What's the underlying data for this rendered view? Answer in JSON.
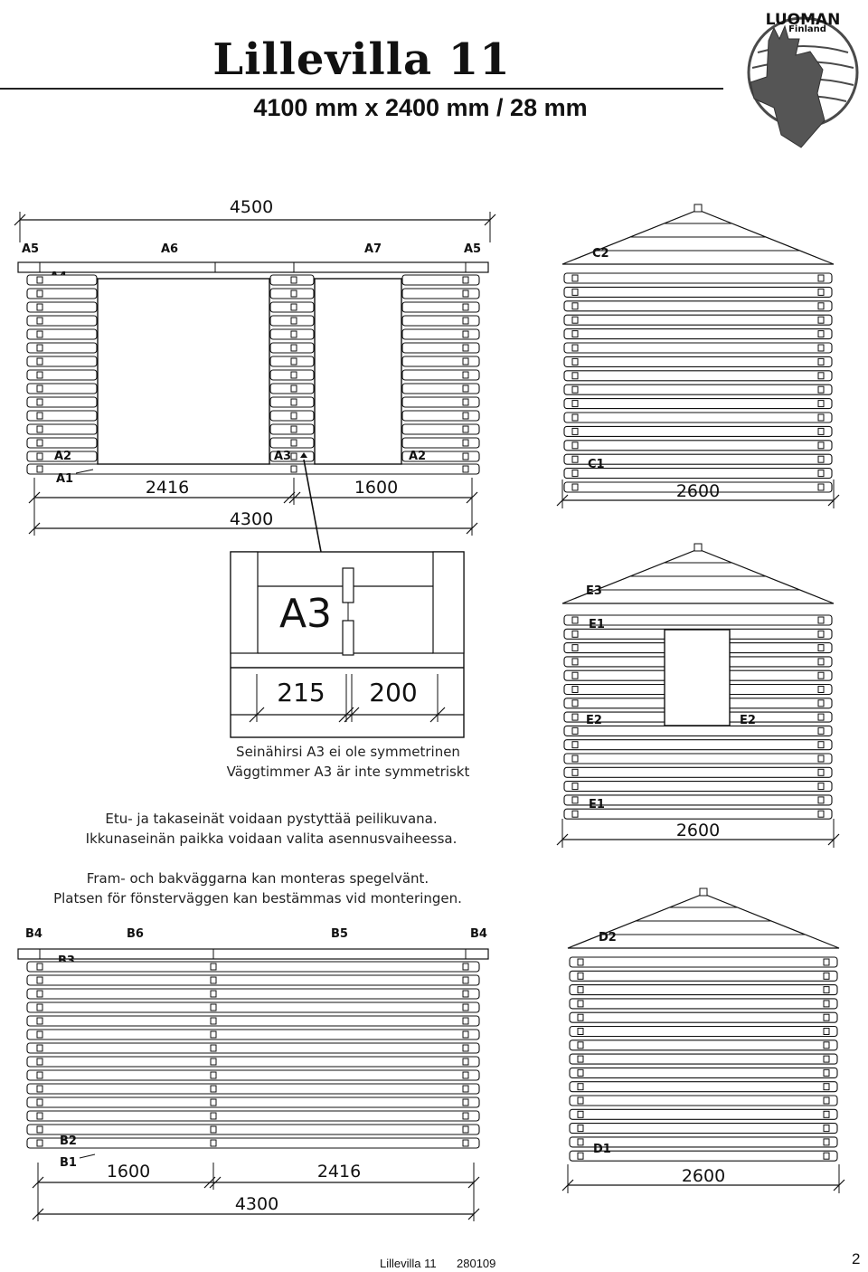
{
  "header": {
    "title": "Lillevilla 11",
    "subtitle": "4100 mm x 2400 mm / 28 mm",
    "logo_text": "LUOMAN",
    "logo_subtext": "Finland"
  },
  "front_wall": {
    "top_dimension": "4500",
    "labels": {
      "a5_left": "A5",
      "a6": "A6",
      "a7": "A7",
      "a5_right": "A5",
      "a4": "A4",
      "a2_left": "A2",
      "a3": "A3",
      "a2_right": "A2",
      "a1": "A1"
    },
    "dim_left": "2416",
    "dim_right": "1600",
    "dim_total": "4300"
  },
  "gable_c": {
    "top_label": "C2",
    "bottom_label": "C1",
    "dimension": "2600"
  },
  "detail_a3": {
    "label": "A3",
    "dim_left": "215",
    "dim_right": "200",
    "note_fi": "Seinähirsi A3 ei ole symmetrinen",
    "note_sv": "Väggtimmer A3 är inte symmetriskt"
  },
  "gable_e": {
    "e3": "E3",
    "e1_top": "E1",
    "e2_left": "E2",
    "e2_right": "E2",
    "e1_bottom": "E1",
    "dimension": "2600"
  },
  "notes_fi": [
    "Etu- ja takaseinät voidaan pystyttää peilikuvana.",
    "Ikkunaseinän paikka voidaan valita asennusvaiheessa."
  ],
  "notes_sv": [
    "Fram- och bakväggarna kan monteras spegelvänt.",
    "Platsen för fönsterväggen kan bestämmas vid monteringen."
  ],
  "back_wall": {
    "labels": {
      "b4_left": "B4",
      "b6": "B6",
      "b5": "B5",
      "b4_right": "B4",
      "b3": "B3",
      "b2": "B2",
      "b1": "B1"
    },
    "dim_left": "1600",
    "dim_right": "2416",
    "dim_total": "4300"
  },
  "gable_d": {
    "top_label": "D2",
    "bottom_label": "D1",
    "dimension": "2600"
  },
  "footer": {
    "doc_name": "Lillevilla 11",
    "doc_code": "280109",
    "page_number": "2"
  }
}
